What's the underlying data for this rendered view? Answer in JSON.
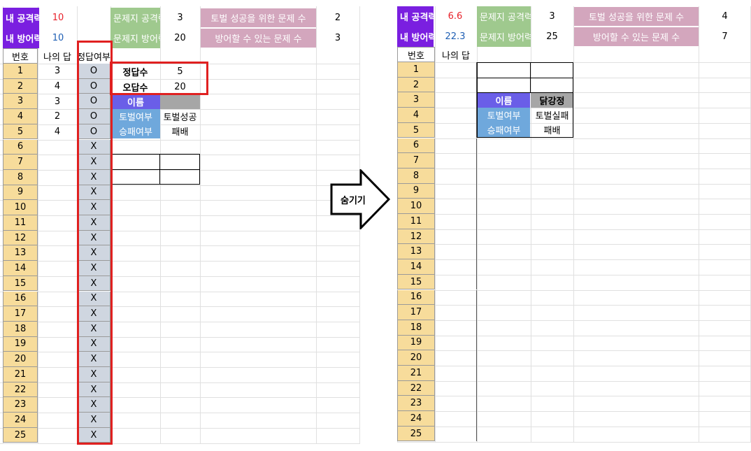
{
  "left": {
    "my_attack_label": "내 공격력",
    "my_attack_value": "10",
    "my_defense_label": "내 방어력",
    "my_defense_value": "10",
    "problem_attack_label": "문제지 공격력",
    "problem_attack_value": "3",
    "problem_defense_label": "문제지 방어력",
    "problem_defense_value": "20",
    "subdue_label": "토벌 성공을 위한 문제 수",
    "subdue_value": "2",
    "defend_label": "방어할 수 있는 문제 수",
    "defend_value": "3",
    "col_number": "번호",
    "col_my_answer": "나의 답",
    "col_correct": "정답여부",
    "answers": [
      "3",
      "4",
      "3",
      "2",
      "4",
      "",
      "",
      "",
      "",
      "",
      "",
      "",
      "",
      "",
      "",
      "",
      "",
      "",
      "",
      "",
      "",
      "",
      "",
      "",
      ""
    ],
    "correct": [
      "O",
      "O",
      "O",
      "O",
      "O",
      "X",
      "X",
      "X",
      "X",
      "X",
      "X",
      "X",
      "X",
      "X",
      "X",
      "X",
      "X",
      "X",
      "X",
      "X",
      "X",
      "X",
      "X",
      "X",
      "X"
    ],
    "correct_count_label": "정답수",
    "correct_count_value": "5",
    "wrong_count_label": "오답수",
    "wrong_count_value": "20",
    "name_label": "이름",
    "name_value": "",
    "subdue_status_label": "토벌여부",
    "subdue_status_value": "토벌성공",
    "win_label": "승패여부",
    "win_value": "패배"
  },
  "arrow_label": "숨기기",
  "right": {
    "my_attack_label": "내 공격력",
    "my_attack_value": "6.6",
    "my_defense_label": "내 방어력",
    "my_defense_value": "22.3",
    "problem_attack_label": "문제지 공격력",
    "problem_attack_value": "3",
    "problem_defense_label": "문제지 방어력",
    "problem_defense_value": "25",
    "subdue_label": "토벌 성공을 위한 문제 수",
    "subdue_value": "4",
    "defend_label": "방어할 수 있는 문제 수",
    "defend_value": "7",
    "col_number": "번호",
    "col_my_answer": "나의 답",
    "name_label": "이름",
    "name_value": "닭강정",
    "subdue_status_label": "토벌여부",
    "subdue_status_value": "토벌실패",
    "win_label": "승패여부",
    "win_value": "패배"
  },
  "row_numbers": [
    "1",
    "2",
    "3",
    "4",
    "5",
    "6",
    "7",
    "8",
    "9",
    "10",
    "11",
    "12",
    "13",
    "14",
    "15",
    "16",
    "17",
    "18",
    "19",
    "20",
    "21",
    "22",
    "23",
    "24",
    "25"
  ],
  "colors": {
    "purple": "#7a1fe0",
    "green": "#9fc98e",
    "pink": "#d3a6bd",
    "yellow": "#f7dc9b",
    "red_frame": "#e02020"
  }
}
